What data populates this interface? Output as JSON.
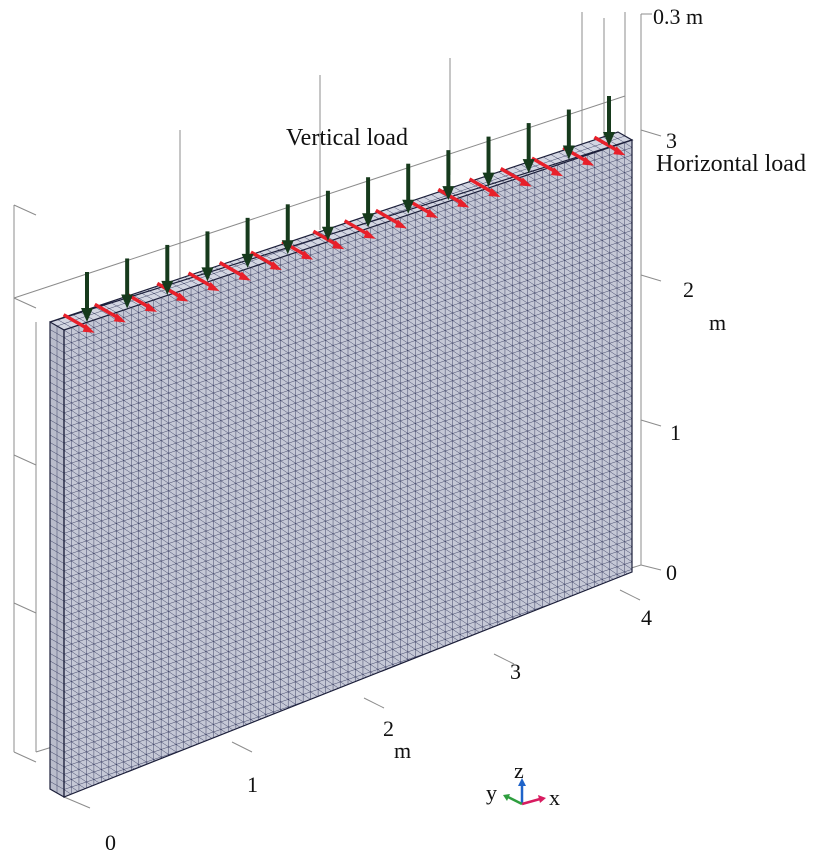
{
  "annotations": {
    "vertical_load": "Vertical load",
    "horizontal_load": "Horizontal load"
  },
  "axes": {
    "thickness_label": "0.3 m",
    "z_ticks": [
      "0",
      "1",
      "2",
      "3"
    ],
    "z_unit": "m",
    "x_ticks": [
      "0",
      "1",
      "2",
      "3",
      "4"
    ],
    "x_unit": "m"
  },
  "triad": {
    "x": "x",
    "y": "y",
    "z": "z"
  },
  "colors": {
    "mesh_face": "#c5c8d6",
    "mesh_line": "#2a2f55",
    "vertical_load_arrow": "#163a1c",
    "horizontal_load_arrow": "#e8202a",
    "triad_x": "#d81b60",
    "triad_y": "#2e9e3e",
    "triad_z": "#1e63c9"
  },
  "loads": {
    "vertical_arrow_count": 14,
    "horizontal_arrow_count": 18
  }
}
